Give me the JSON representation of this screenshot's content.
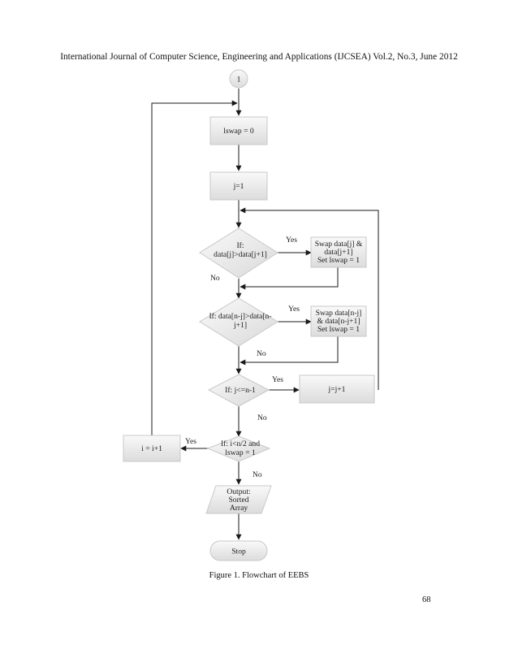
{
  "page": {
    "header": "International Journal of Computer Science, Engineering and Applications (IJCSEA) Vol.2, No.3, June 2012",
    "caption": "Figure 1. Flowchart of EEBS",
    "page_number": "68"
  },
  "flowchart": {
    "start": "1",
    "init_lswap": "lswap = 0",
    "init_j": "j=1",
    "decision1": [
      "If:",
      "data[j]>data[j+1]"
    ],
    "swap1": [
      "Swap data[j] &",
      "data[j+1]",
      "Set lswap = 1"
    ],
    "decision2": [
      "If: data[n-j]>data[n-",
      "j+1]"
    ],
    "swap2": [
      "Swap data[n-j]",
      "& data[n-j+1]",
      "Set lswap = 1"
    ],
    "decision3": "If: j<=n-1",
    "increment_j": "j=j+1",
    "decision4": [
      "If: i<n/2 and",
      "lswap = 1"
    ],
    "increment_i": "i = i+1",
    "output": [
      "Output:",
      "Sorted",
      "Array"
    ],
    "stop": "Stop",
    "labels": {
      "yes1": "Yes",
      "no1": "No",
      "yes2": "Yes",
      "no2": "No",
      "yes3": "Yes",
      "no3": "No",
      "yes4": "Yes",
      "no4": "No"
    }
  },
  "colors": {
    "shape_fill_light": "#f7f7f7",
    "shape_fill_dark": "#dcdcdc",
    "shape_stroke": "#c8c8c8",
    "line": "#1a1a1a"
  }
}
